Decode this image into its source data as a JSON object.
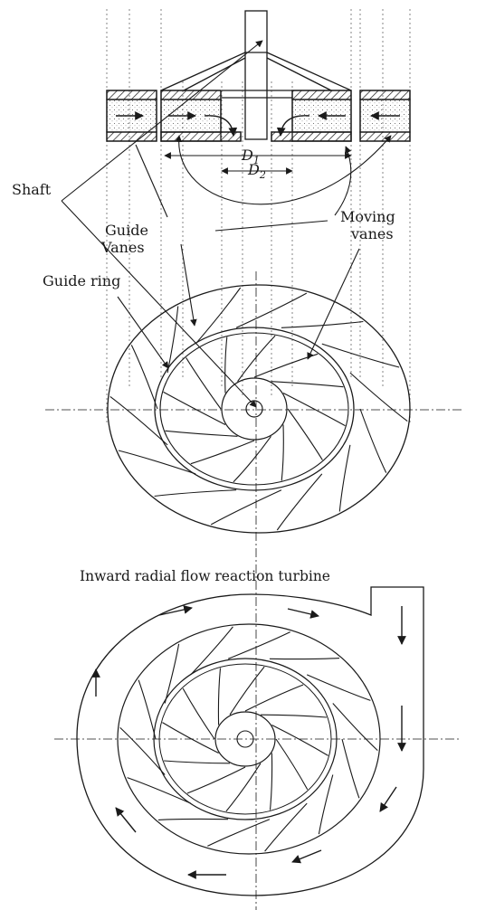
{
  "labels": {
    "shaft": "Shaft",
    "guide_vanes_line1": "Guide",
    "guide_vanes_line2": "Vanes",
    "moving_vanes_line1": "Moving",
    "moving_vanes_line2": "vanes",
    "guide_ring": "Guide ring",
    "d1_main": "D",
    "d1_sub": "1",
    "d2_main": "D",
    "d2_sub": "2"
  },
  "caption": "Inward radial flow reaction turbine",
  "colors": {
    "ink": "#1a1a1a",
    "fill": "#ffffff"
  },
  "runner": {
    "guide_vane_count": 14,
    "moving_vane_count": 12
  }
}
